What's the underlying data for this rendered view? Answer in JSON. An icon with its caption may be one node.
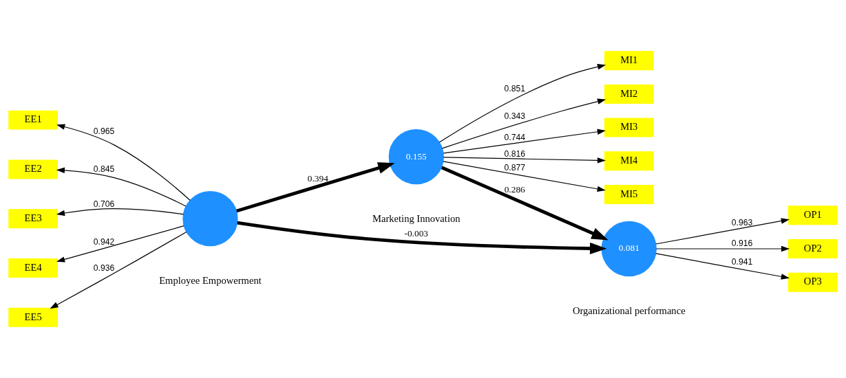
{
  "diagram": {
    "nodes": [
      {
        "text": [
          "MI1"
        ]
      },
      {
        "text": [
          "MI2"
        ]
      },
      {
        "text": [
          "MI3"
        ]
      },
      {
        "text": [
          "MI4"
        ]
      },
      {
        "text": [
          "MI5"
        ]
      },
      {
        "text": [
          "0.155"
        ],
        "beside": [
          "Marketing Innovation"
        ]
      },
      {
        "text": [],
        "shape": "circle",
        "beside": [
          "Employee Empowerment"
        ]
      },
      {
        "text": [
          "EE1"
        ]
      },
      {
        "text": [
          "EE2"
        ]
      },
      {
        "text": [
          "EE3"
        ]
      },
      {
        "text": [
          "EE4"
        ]
      },
      {
        "text": [
          "EE5"
        ]
      },
      {
        "text": [
          "0.081"
        ],
        "beside": [
          "Organizational performance"
        ]
      },
      {
        "text": [
          "OP1"
        ]
      },
      {
        "text": [
          "OP2"
        ]
      },
      {
        "text": [
          "OP3"
        ]
      }
    ],
    "edges": [
      {
        "from": 5,
        "to": 0,
        "arrow": "to",
        "label": "0.851"
      },
      {
        "from": 5,
        "to": 1,
        "arrow": "to",
        "label": "0.343"
      },
      {
        "from": 5,
        "to": 2,
        "arrow": "to",
        "label": "0.744"
      },
      {
        "from": 5,
        "to": 3,
        "arrow": "to",
        "label": "0.816"
      },
      {
        "from": 5,
        "to": 4,
        "arrow": "to",
        "label": "0.877"
      },
      {
        "from": 6,
        "to": 7,
        "arrow": "to",
        "label": "0.965"
      },
      {
        "from": 6,
        "to": 8,
        "arrow": "to",
        "label": "0.845"
      },
      {
        "from": 6,
        "to": 9,
        "arrow": "to",
        "label": "0.706"
      },
      {
        "from": 6,
        "to": 10,
        "arrow": "to",
        "label": "0.942"
      },
      {
        "from": 6,
        "to": 11,
        "arrow": "to",
        "label": "0.936"
      },
      {
        "from": 6,
        "to": 5,
        "arrow": "to",
        "label": "0.394",
        "style": "thick"
      },
      {
        "from": 5,
        "to": 12,
        "arrow": "to",
        "label": "0.286",
        "style": "thick"
      },
      {
        "from": 6,
        "to": 12,
        "arrow": "to",
        "label": "-0.003",
        "style": "thick"
      },
      {
        "from": 12,
        "to": 13,
        "arrow": "to",
        "label": "0.963"
      },
      {
        "from": 12,
        "to": 14,
        "arrow": "to",
        "label": "0.916"
      },
      {
        "from": 12,
        "to": 15,
        "arrow": "to",
        "label": "0.941"
      }
    ]
  }
}
